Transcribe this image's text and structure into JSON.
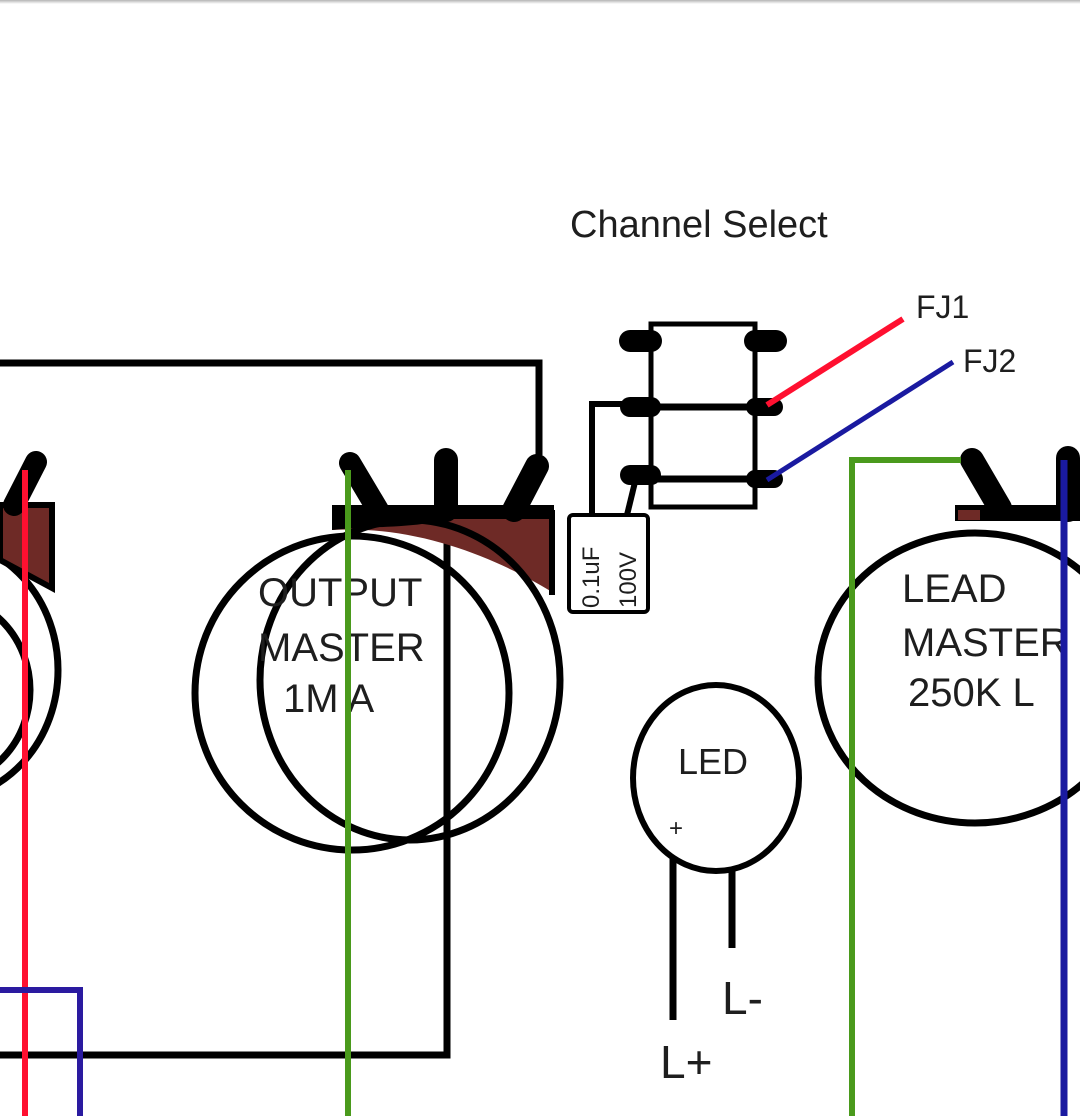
{
  "diagram": {
    "title": "Channel Select",
    "colors": {
      "wire_black": "#000000",
      "wire_red": "#ff1030",
      "wire_blue": "#1a1aa0",
      "wire_green": "#4a9a1c",
      "pot_body": "#6e2a26",
      "text": "#1e1e1e"
    },
    "switch": {
      "label": "Channel Select",
      "outputs": [
        {
          "name": "FJ1",
          "wire": "red"
        },
        {
          "name": "FJ2",
          "wire": "blue"
        }
      ]
    },
    "capacitor": {
      "value": "0.1uF",
      "voltage": "100V"
    },
    "pots": [
      {
        "id": "left-pot",
        "label_lines": []
      },
      {
        "id": "output-master",
        "label_lines": [
          "OUTPUT",
          "MASTER",
          "1M A"
        ]
      },
      {
        "id": "lead-master",
        "label_lines": [
          "LEAD",
          "MASTER",
          "250K L"
        ]
      }
    ],
    "led": {
      "label": "LED",
      "polarity_mark": "+",
      "leads": [
        {
          "name": "L+"
        },
        {
          "name": "L-"
        }
      ]
    }
  }
}
